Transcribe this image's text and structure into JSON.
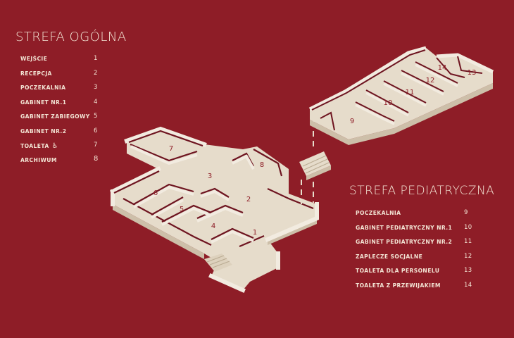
{
  "general": {
    "title": "STREFA OGÓLNA",
    "items": [
      {
        "label": "WEJŚCIE",
        "num": "1"
      },
      {
        "label": "RECEPCJA",
        "num": "2"
      },
      {
        "label": "POCZEKALNIA",
        "num": "3"
      },
      {
        "label": "GABINET NR.1",
        "num": "4"
      },
      {
        "label": "GABINET ZABIEGOWY",
        "num": "5"
      },
      {
        "label": "GABINET NR.2",
        "num": "6"
      },
      {
        "label": "TOALETA",
        "num": "7",
        "icon": "wheelchair-icon"
      },
      {
        "label": "ARCHIWUM",
        "num": "8"
      }
    ]
  },
  "pediatric": {
    "title": "STREFA PEDIATRYCZNA",
    "items": [
      {
        "label": "POCZEKALNIA",
        "num": "9"
      },
      {
        "label": "GABINET PEDIATRYCZNY NR.1",
        "num": "10"
      },
      {
        "label": "GABINET PEDIATRYCZNY NR.2",
        "num": "11"
      },
      {
        "label": "ZAPLECZE SOCJALNE",
        "num": "12"
      },
      {
        "label": "TOALETA DLA PERSONELU",
        "num": "13"
      },
      {
        "label": "TOALETA Z PRZEWIJAKIEM",
        "num": "14"
      }
    ]
  },
  "plan_labels": [
    "1",
    "2",
    "3",
    "4",
    "5",
    "6",
    "7",
    "8",
    "9",
    "10",
    "11",
    "12",
    "13",
    "14"
  ],
  "colors": {
    "background": "#8e1d27",
    "floor": "#e6dccb",
    "wall_top": "#f2ebe0",
    "wall_side": "#cdbfa9",
    "wall_cut": "#6e1420",
    "text": "#f3e4d4"
  }
}
